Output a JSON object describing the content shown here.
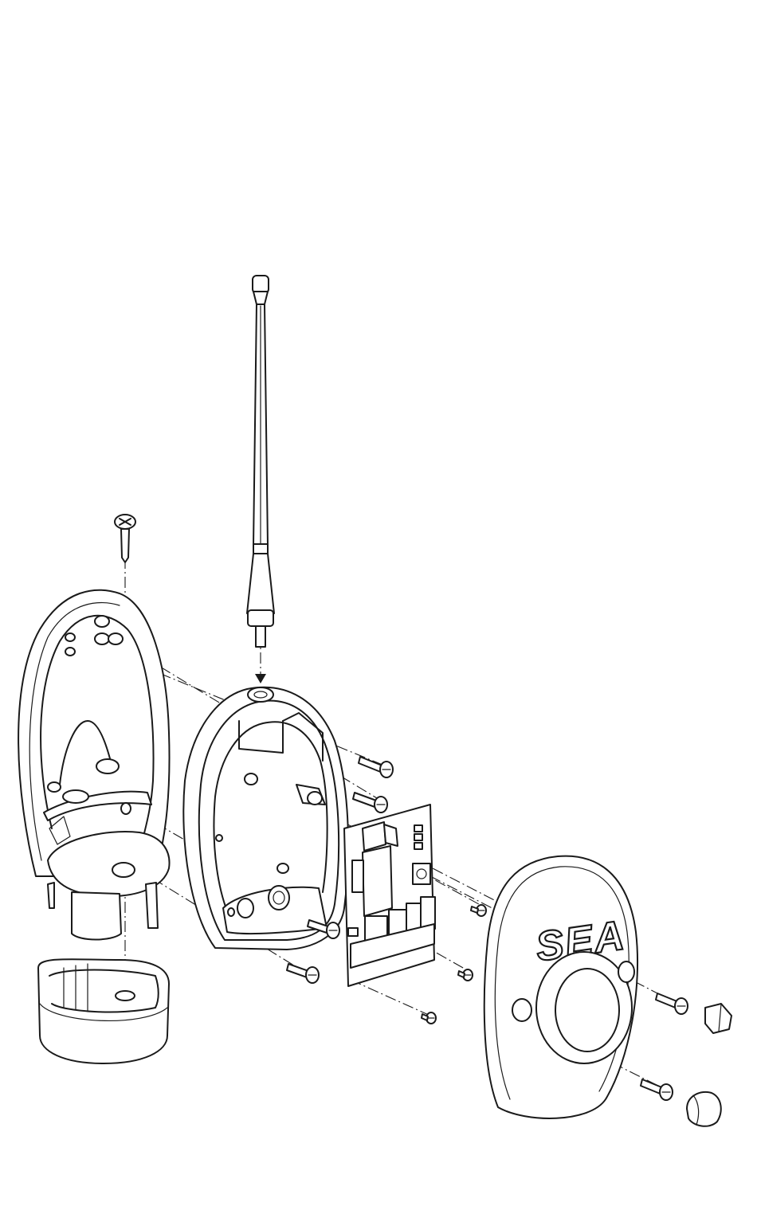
{
  "diagram": {
    "type": "exploded-assembly-view",
    "brand_label": "SEA",
    "colors": {
      "line": "#1a1a1a",
      "background": "#ffffff"
    },
    "parts": [
      {
        "name": "antenna"
      },
      {
        "name": "back-housing-with-base"
      },
      {
        "name": "mounting-ring"
      },
      {
        "name": "main-housing"
      },
      {
        "name": "circuit-board"
      },
      {
        "name": "front-cover"
      },
      {
        "name": "screw"
      },
      {
        "name": "cap"
      }
    ]
  }
}
